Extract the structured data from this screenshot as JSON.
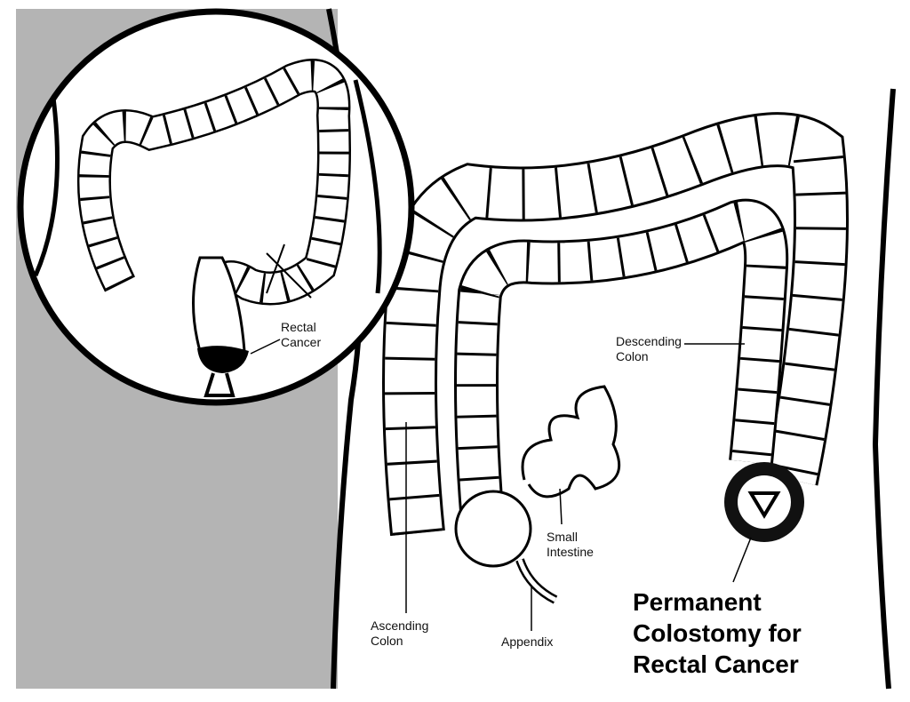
{
  "labels": {
    "rectal_cancer": [
      "Rectal",
      "Cancer"
    ],
    "descending_colon": [
      "Descending",
      "Colon"
    ],
    "small_intestine": [
      "Small",
      "Intestine"
    ],
    "ascending_colon": [
      "Ascending",
      "Colon"
    ],
    "appendix": "Appendix"
  },
  "title": [
    "Permanent",
    "Colostomy for",
    "Rectal Cancer"
  ],
  "colors": {
    "background_panel": "#b4b4b4",
    "ink": "#000000",
    "paper": "#ffffff"
  }
}
